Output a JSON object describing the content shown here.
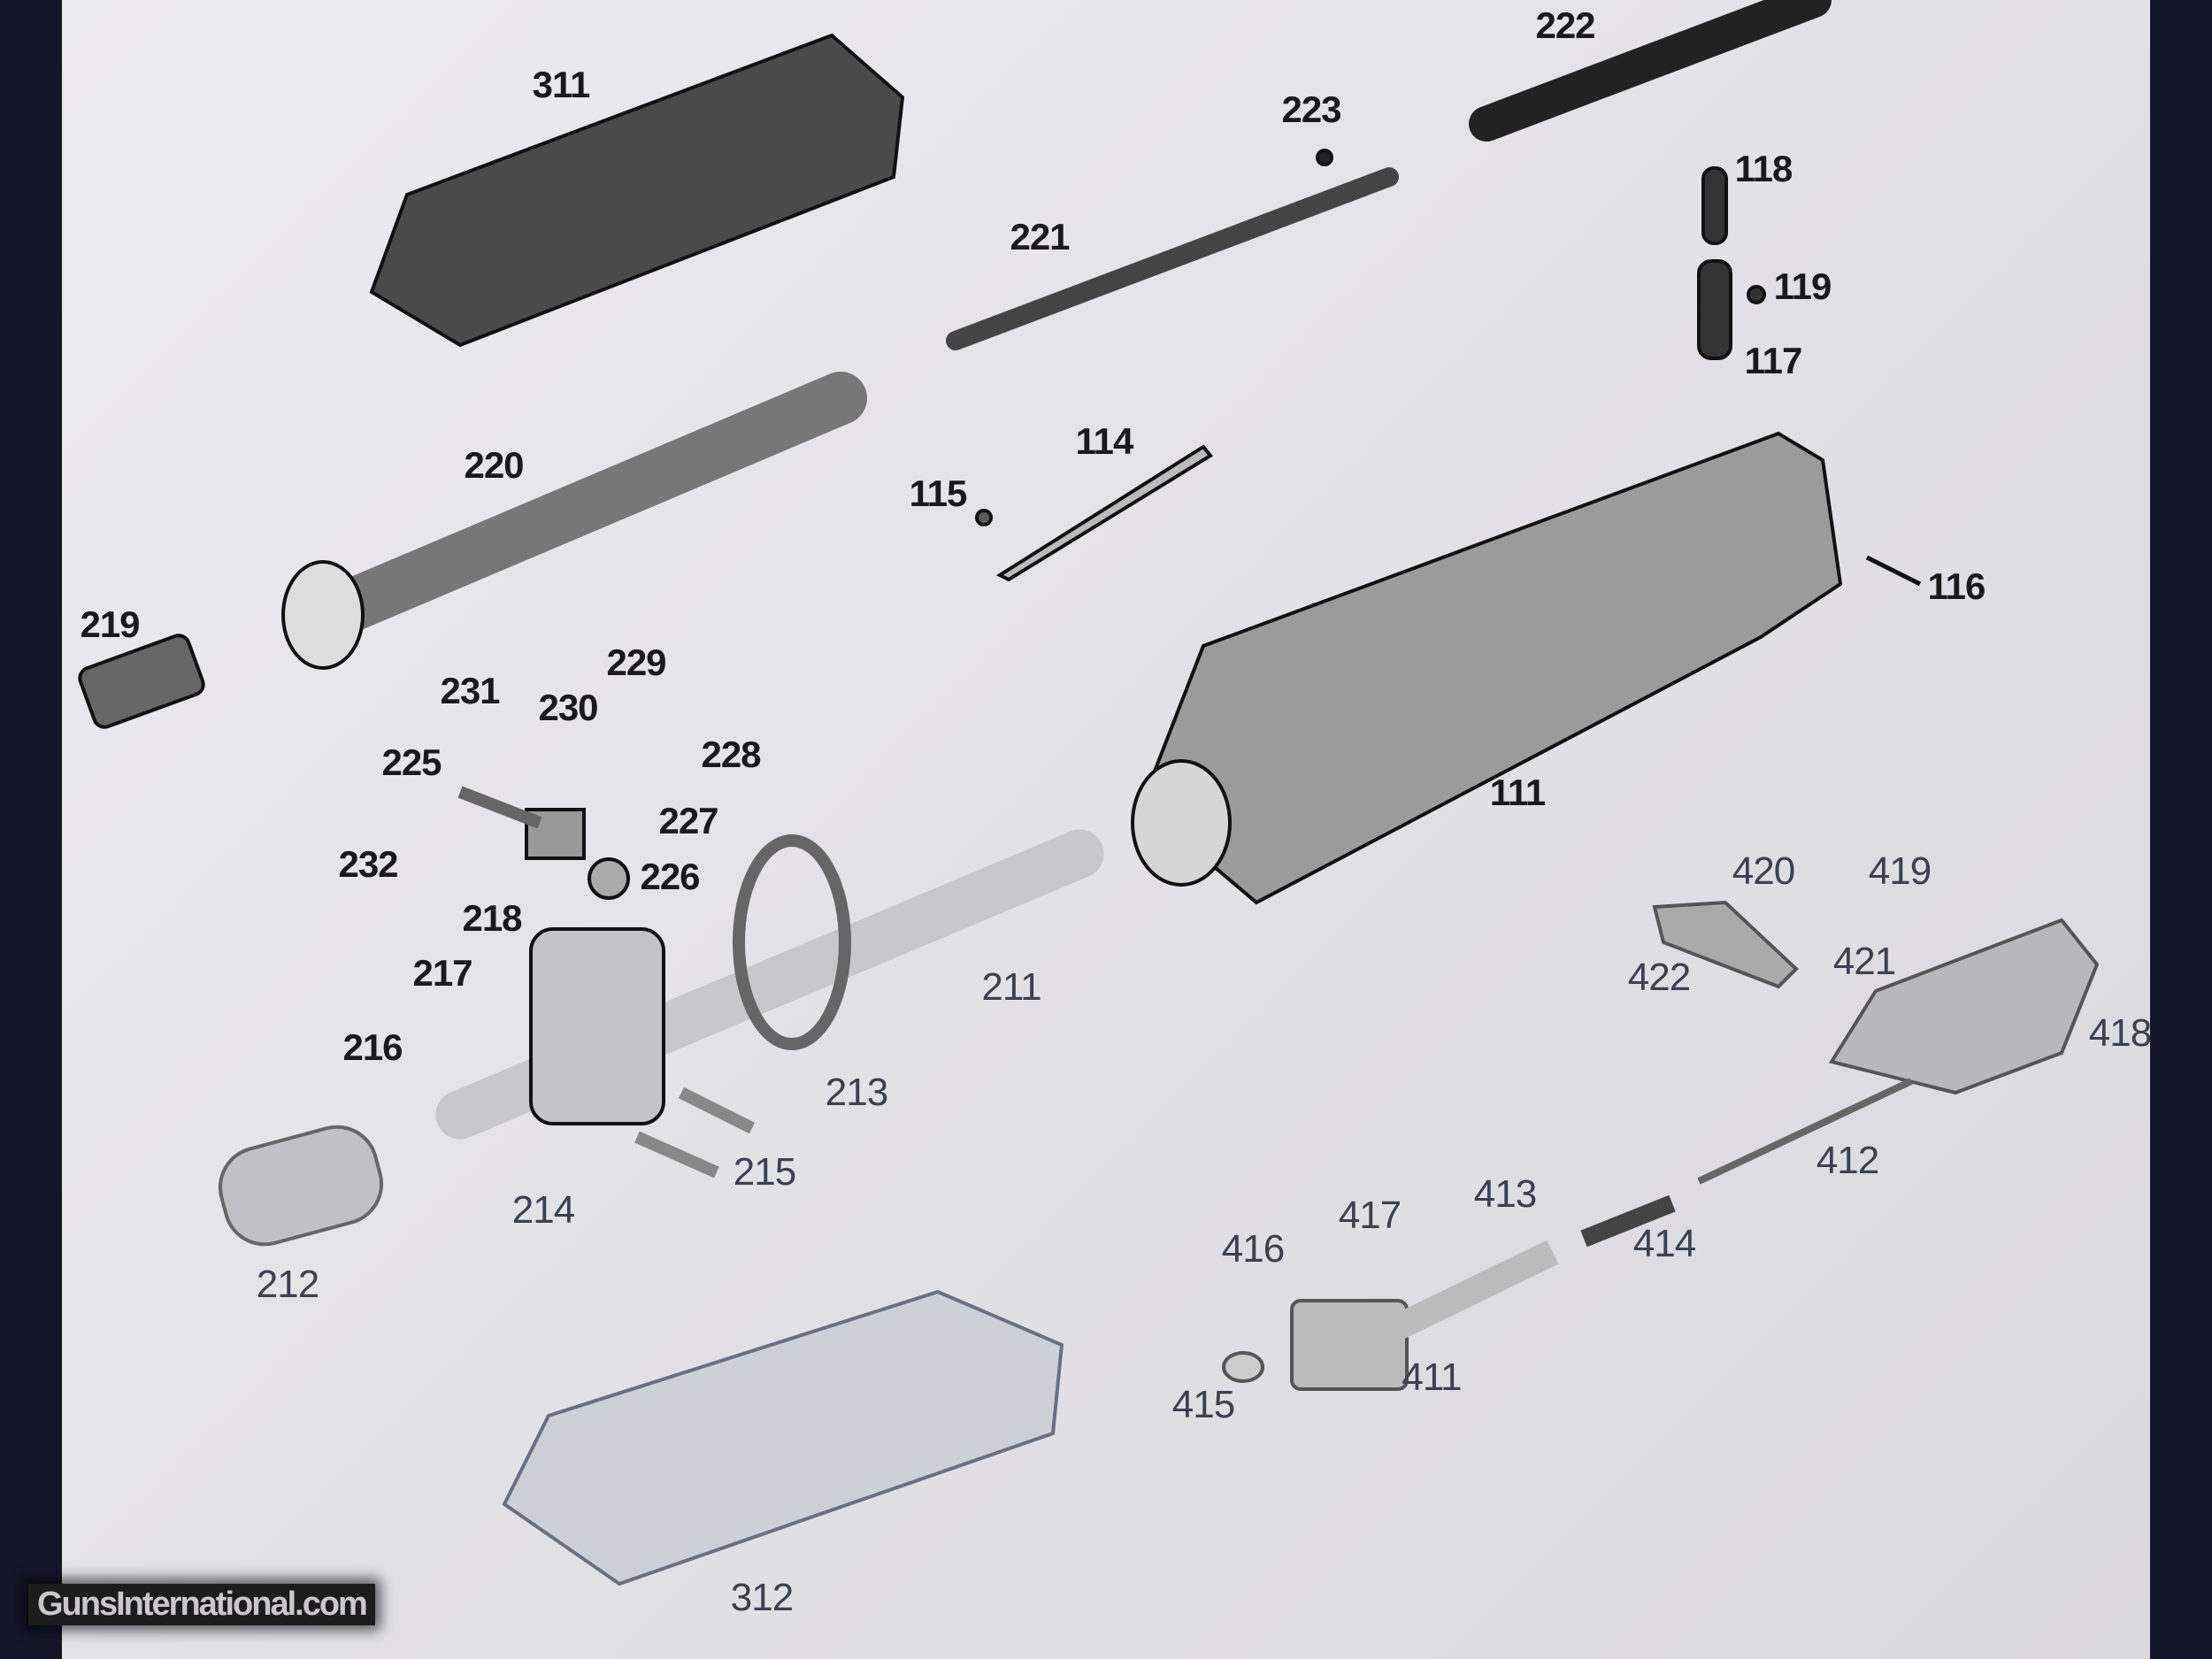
{
  "diagram": {
    "type": "exploded-parts-diagram",
    "part_labels": {
      "p311": "311",
      "p222": "222",
      "p223": "223",
      "p221": "221",
      "p118": "118",
      "p119": "119",
      "p117": "117",
      "p114": "114",
      "p115": "115",
      "p220": "220",
      "p116": "116",
      "p219": "219",
      "p229": "229",
      "p231": "231",
      "p230": "230",
      "p228": "228",
      "p225": "225",
      "p227": "227",
      "p111": "111",
      "p232": "232",
      "p226": "226",
      "p420": "420",
      "p419": "419",
      "p218": "218",
      "p421": "421",
      "p422": "422",
      "p217": "217",
      "p211": "211",
      "p418": "418",
      "p216": "216",
      "p213": "213",
      "p412": "412",
      "p215": "215",
      "p413": "413",
      "p214": "214",
      "p417": "417",
      "p416": "416",
      "p414": "414",
      "p212": "212",
      "p411": "411",
      "p415": "415",
      "p312": "312"
    }
  },
  "watermark": "GunsInternational.com"
}
